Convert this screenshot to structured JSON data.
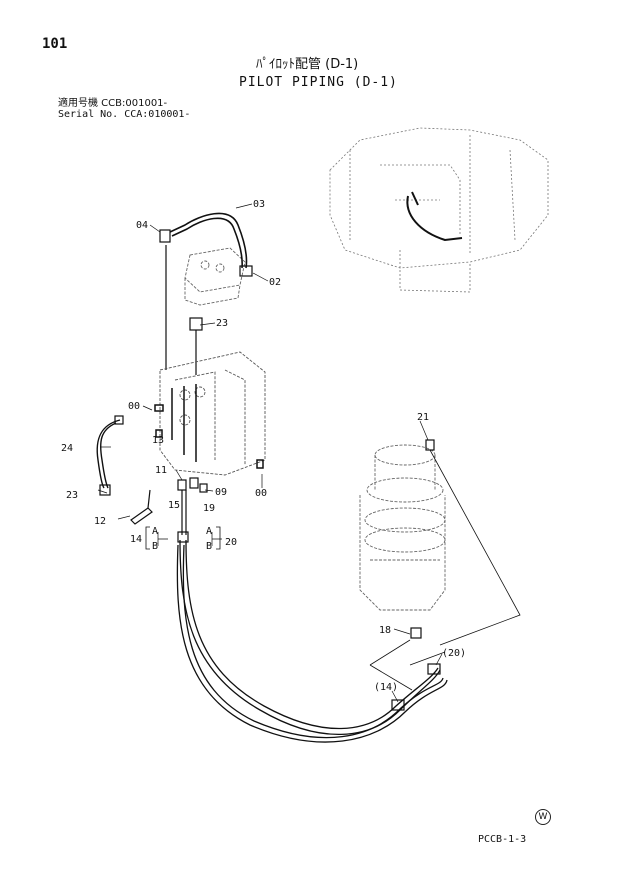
{
  "header": {
    "page_number": "101",
    "title_jp": "ﾊﾟｲﾛｯﾄ配管 (D-1)",
    "title_en": "PILOT PIPING (D-1)",
    "serial_line_1": "適用号機  CCB:001001-",
    "serial_line_2": "Serial No. CCA:010001-"
  },
  "callouts": {
    "c03": "03",
    "c04": "04",
    "c02": "02",
    "c23a": "23",
    "c00a": "00",
    "c13": "13",
    "c24": "24",
    "c11": "11",
    "c09": "09",
    "c00b": "00",
    "c23b": "23",
    "c15": "15",
    "c19": "19",
    "c12": "12",
    "c14": "14",
    "c20": "20",
    "c21": "21",
    "c18": "18",
    "c20p": "(20)",
    "c14p": "(14)",
    "a_left": "A",
    "b_left": "B",
    "a_right": "A",
    "b_right": "B"
  },
  "footer": {
    "code": "PCCB-1-3",
    "mark": "W"
  }
}
